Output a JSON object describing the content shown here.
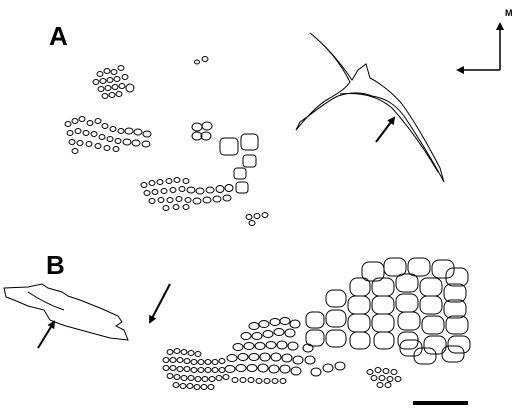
{
  "figure": {
    "panels": [
      {
        "label": "A"
      },
      {
        "label": "B"
      }
    ],
    "orientation_label": "M",
    "colors": {
      "ink": "#000000",
      "fill": "#ffffff"
    },
    "icons": [
      "orientation-compass-icon",
      "arrow-icon"
    ]
  }
}
